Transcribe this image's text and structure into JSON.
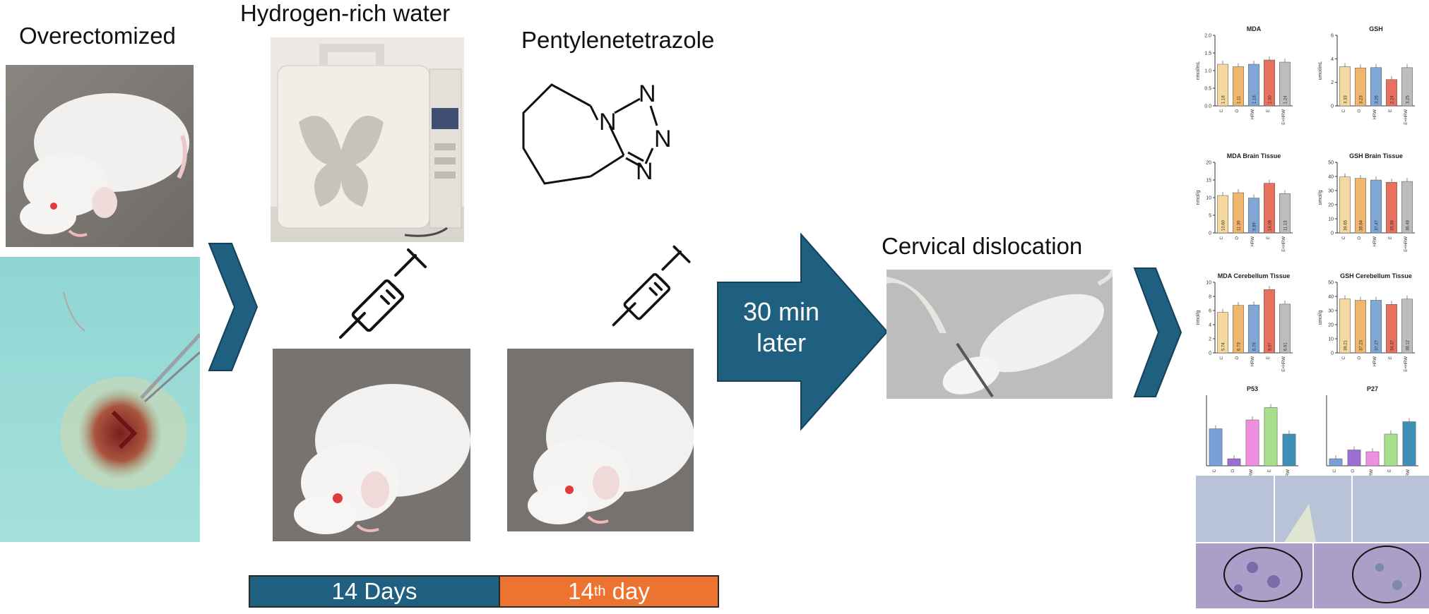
{
  "labels": {
    "ovx": "Overectomized",
    "hrw": "Hydrogen-rich water",
    "ptz": "Pentylenetetrazole",
    "cervical": "Cervical dislocation",
    "thirty_line1": "30 min",
    "thirty_line2": "later"
  },
  "timeline": {
    "days": "14 Days",
    "day14_num": "14",
    "day14_sup": "th",
    "day14_word": " day"
  },
  "molecule_atoms": [
    "N",
    "N",
    "N",
    "N"
  ],
  "colors": {
    "arrow_blue": "#1f5f7f",
    "timeline_orange": "#ec7330",
    "bar_c": "#f6d9a0",
    "bar_o": "#f0b66b",
    "bar_hrw": "#7fa7d6",
    "bar_e": "#e8705f",
    "bar_ehrw": "#bdbdbd"
  },
  "chart_data": [
    {
      "type": "bar",
      "title": "MDA",
      "ylabel": "nmol/mL",
      "categories": [
        "C",
        "O",
        "HRW",
        "E",
        "E+HRW"
      ],
      "values": [
        1.18,
        1.11,
        1.18,
        1.3,
        1.24
      ],
      "ylim": [
        0,
        2.0
      ],
      "yticks": [
        "0.0",
        "0.5",
        "1.0",
        "1.5",
        "2.0"
      ]
    },
    {
      "type": "bar",
      "title": "GSH",
      "ylabel": "umol/mL",
      "categories": [
        "C",
        "O",
        "HRW",
        "E",
        "E+HRW"
      ],
      "values": [
        3.33,
        3.23,
        3.26,
        2.24,
        3.25
      ],
      "ylim": [
        0,
        6
      ],
      "yticks": [
        "0",
        "2",
        "4",
        "6"
      ]
    },
    {
      "type": "bar",
      "title": "MDA Brain Tissue",
      "ylabel": "nmol/g",
      "categories": [
        "C",
        "O",
        "HRW",
        "E",
        "E+HRW"
      ],
      "values": [
        10.6,
        11.39,
        9.89,
        14.08,
        11.13
      ],
      "ylim": [
        0,
        20
      ],
      "yticks": [
        "0",
        "5",
        "10",
        "15",
        "20"
      ]
    },
    {
      "type": "bar",
      "title": "GSH Brain Tissue",
      "ylabel": "umol/g",
      "categories": [
        "C",
        "O",
        "HRW",
        "E",
        "E+HRW"
      ],
      "values": [
        39.65,
        38.64,
        37.47,
        35.89,
        36.48
      ],
      "ylim": [
        0,
        50
      ],
      "yticks": [
        "0",
        "10",
        "20",
        "30",
        "40",
        "50"
      ]
    },
    {
      "type": "bar",
      "title": "MDA Cerebellum Tissue",
      "ylabel": "nmol/g",
      "categories": [
        "C",
        "O",
        "HRW",
        "E",
        "E+HRW"
      ],
      "values": [
        5.74,
        6.73,
        6.79,
        8.97,
        6.91
      ],
      "ylim": [
        0,
        10
      ],
      "yticks": [
        "0",
        "2",
        "4",
        "6",
        "8",
        "10"
      ]
    },
    {
      "type": "bar",
      "title": "GSH Cerebellum Tissue",
      "ylabel": "umol/g",
      "categories": [
        "C",
        "O",
        "HRW",
        "E",
        "E+HRW"
      ],
      "values": [
        38.21,
        37.23,
        37.27,
        34.37,
        38.12
      ],
      "ylim": [
        0,
        50
      ],
      "yticks": [
        "0",
        "10",
        "20",
        "30",
        "40",
        "50"
      ]
    },
    {
      "type": "bar",
      "title": "P53",
      "categories": [
        "C",
        "O",
        "HRW",
        "E",
        "E+HRW"
      ],
      "values": [
        2.1,
        0.4,
        2.6,
        3.3,
        1.8
      ],
      "ylim": [
        0,
        4
      ]
    },
    {
      "type": "bar",
      "title": "P27",
      "categories": [
        "C",
        "O",
        "HRW",
        "E",
        "E+HRW"
      ],
      "values": [
        0.4,
        0.9,
        0.8,
        1.8,
        2.5
      ],
      "ylim": [
        0,
        4
      ]
    }
  ]
}
